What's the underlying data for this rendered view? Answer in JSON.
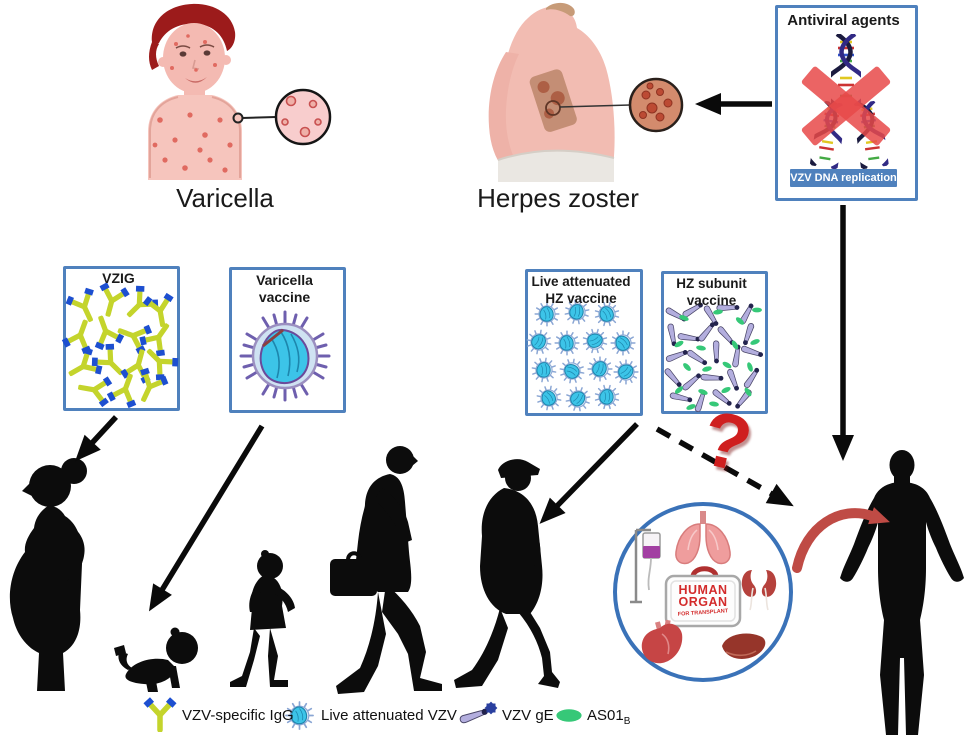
{
  "figure": {
    "disease_left": "Varicella",
    "disease_right": "Herpes zoster"
  },
  "antiviral_box": {
    "title": "Antiviral agents",
    "target_label": "VZV DNA replication"
  },
  "vzig_box": {
    "title": "VZIG"
  },
  "varicella_vaccine_box": {
    "title_line1": "Varicella",
    "title_line2": "vaccine"
  },
  "live_hz_vaccine_box": {
    "title_line1": "Live attenuated",
    "title_line2": "HZ vaccine"
  },
  "hz_subunit_vaccine_box": {
    "title_line1": "HZ subunit",
    "title_line2": "vaccine"
  },
  "transplant_badge": {
    "line1": "HUMAN",
    "line2": "ORGAN",
    "line3": "FOR TRANSPLANT"
  },
  "uncertainty_mark": "?",
  "legend": {
    "igg_label": "VZV-specific IgG",
    "live_vzv_label": "Live attenuated VZV",
    "ge_label": "VZV gE",
    "adjuvant_label": "AS01",
    "adjuvant_subscript": "B"
  },
  "colors": {
    "box_border_blue": "#4f81bd",
    "label_strip_blue": "#4f81bd",
    "antibody_green": "#c4d42c",
    "antibody_tip_blue": "#1d4fd0",
    "virus_core_cyan": "#3cc4e8",
    "virus_spike_blue": "#8aa6d4",
    "ge_rod_purple": "#b3aede",
    "adjuvant_green": "#36c878",
    "alert_red": "#d92b2b",
    "curved_arrow_red": "#bf4b45",
    "skin_pink": "#f4bab2"
  }
}
